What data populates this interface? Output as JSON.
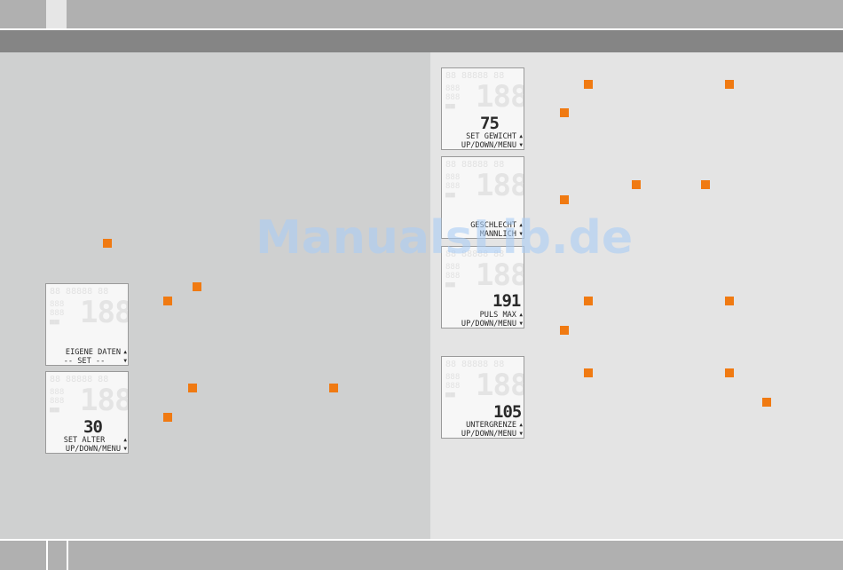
{
  "colors": {
    "bullet": "#f07a12",
    "header_band": "#858585",
    "left_panel": "#cfd0d0",
    "right_panel": "#e4e4e4"
  },
  "watermark": "ManualsLib.de",
  "lcd_segments": {
    "top": "88 88888 88",
    "left": "888\n888\n■■",
    "big": "188"
  },
  "displays": [
    {
      "value": "",
      "line1": "EIGENE DATEN",
      "line2": "-- SET --"
    },
    {
      "value": "30",
      "line1": "SET ALTER",
      "line2": "UP/DOWN/MENU"
    },
    {
      "value": "75",
      "line1": "SET GEWICHT",
      "line2": "UP/DOWN/MENU"
    },
    {
      "value": "",
      "line1": "GESCHLECHT",
      "line2": "MANNLICH"
    },
    {
      "value": "191",
      "line1": "PULS MAX",
      "line2": "UP/DOWN/MENU"
    },
    {
      "value": "105",
      "line1": "UNTERGRENZE",
      "line2": "UP/DOWN/MENU"
    }
  ]
}
